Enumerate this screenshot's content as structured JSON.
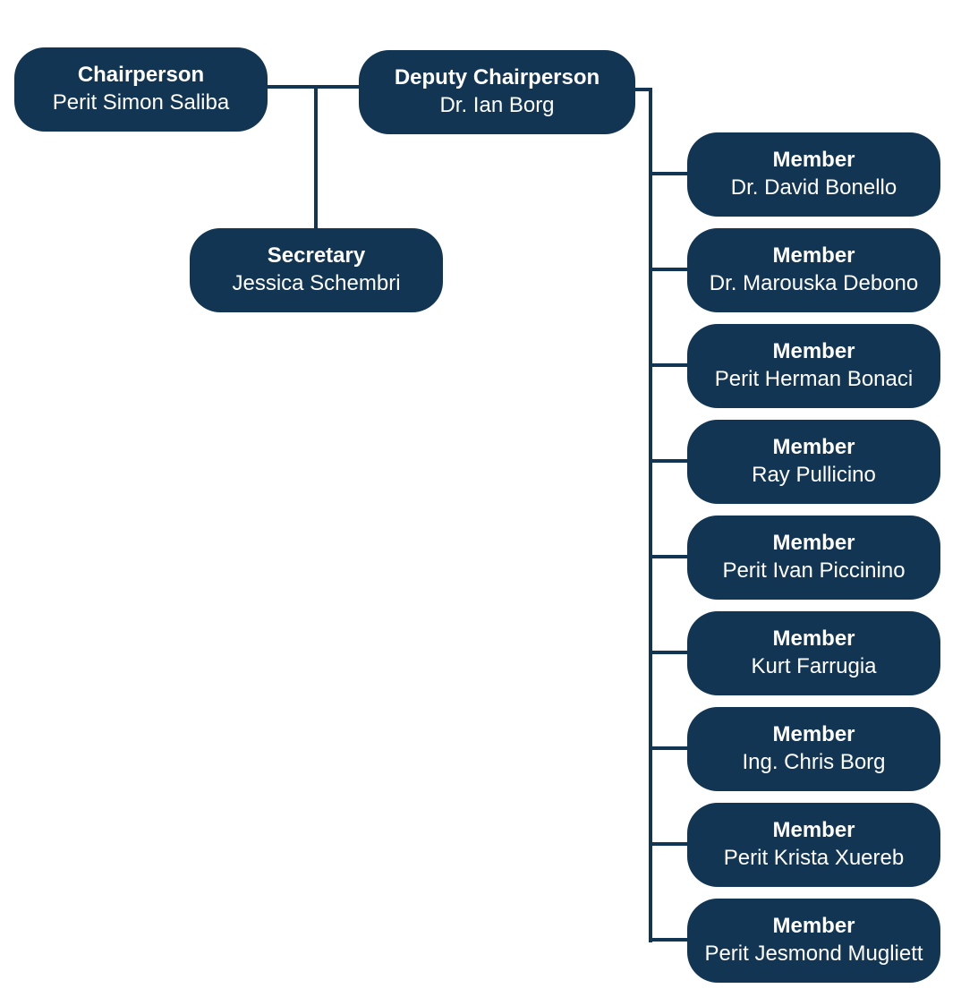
{
  "org_chart": {
    "chairperson": {
      "role": "Chairperson",
      "name": "Perit Simon Saliba"
    },
    "deputy": {
      "role": "Deputy Chairperson",
      "name": "Dr. Ian Borg"
    },
    "secretary": {
      "role": "Secretary",
      "name": "Jessica Schembri"
    },
    "members": [
      {
        "role": "Member",
        "name": "Dr. David Bonello"
      },
      {
        "role": "Member",
        "name": "Dr. Marouska Debono"
      },
      {
        "role": "Member",
        "name": "Perit Herman Bonaci"
      },
      {
        "role": "Member",
        "name": "Ray Pullicino"
      },
      {
        "role": "Member",
        "name": "Perit Ivan Piccinino"
      },
      {
        "role": "Member",
        "name": "Kurt Farrugia"
      },
      {
        "role": "Member",
        "name": "Ing. Chris Borg"
      },
      {
        "role": "Member",
        "name": "Perit Krista Xuereb"
      },
      {
        "role": "Member",
        "name": "Perit Jesmond Mugliett"
      }
    ]
  },
  "colors": {
    "box": "#113553",
    "line": "#113553",
    "text": "#ffffff"
  }
}
